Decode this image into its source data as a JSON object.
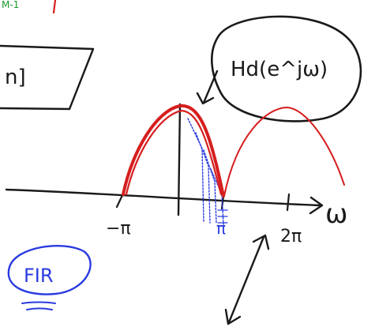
{
  "annotations": {
    "top_left_fragment": "M-1",
    "box_fragment": "n]",
    "bubble_label": "Hd(e^jω)",
    "minus_pi": "−π",
    "pi": "π",
    "two_pi": "2π",
    "omega": "ω",
    "fir_label": "FIR"
  },
  "colors": {
    "black_ink": "#1a1a1a",
    "red_ink": "#d61e1e",
    "blue_ink": "#2a3be0",
    "green_ink": "#1d9a2d"
  }
}
